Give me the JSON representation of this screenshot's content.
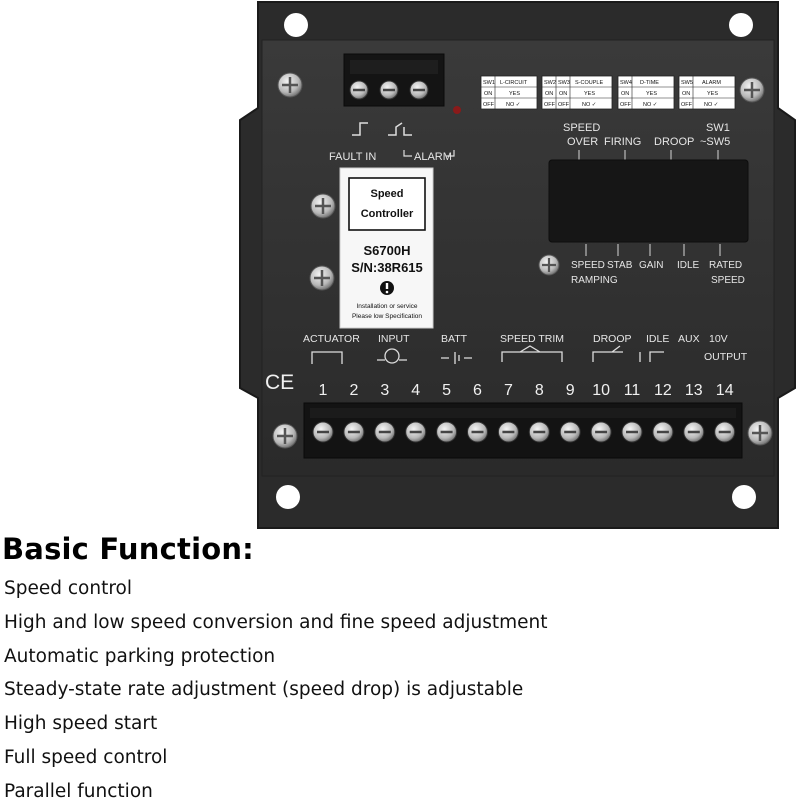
{
  "panel": {
    "fault_in": "FAULT IN",
    "alarm": "ALARM",
    "label_title_line1": "Speed",
    "label_title_line2": "Controller",
    "model": "S6700H",
    "serial": "S/N:38R615",
    "warning_line1": "Installation or service",
    "warning_line2": "Please low Specification",
    "ce_mark": "CE",
    "switch_tables": [
      {
        "head": [
          "SW1",
          "L-CIRCUIT"
        ],
        "row1": [
          "ON",
          "YES"
        ],
        "row2": [
          "OFF",
          "NO ✓"
        ]
      },
      {
        "head": [
          "SW2",
          "SW3",
          "S-COUPLE"
        ],
        "row1": [
          "ON",
          "ON",
          "YES"
        ],
        "row2": [
          "OFF",
          "OFF",
          "NO ✓"
        ]
      },
      {
        "head": [
          "SW4",
          "D-TIME"
        ],
        "row1": [
          "ON",
          "YES"
        ],
        "row2": [
          "OFF",
          "NO ✓"
        ]
      },
      {
        "head": [
          "SW5",
          "ALARM"
        ],
        "row1": [
          "ON",
          "YES"
        ],
        "row2": [
          "OFF",
          "NO ✓"
        ]
      }
    ],
    "top_labels": {
      "speed": "SPEED",
      "over": "OVER",
      "firing": "FIRING",
      "droop": "DROOP",
      "sw1": "SW1",
      "sw5": "~SW5"
    },
    "bottom_labels": {
      "speed_ramping_1": "SPEED",
      "speed_ramping_2": "RAMPING",
      "stab": "STAB",
      "gain": "GAIN",
      "idle": "IDLE",
      "rated_1": "RATED",
      "rated_2": "SPEED"
    },
    "group_labels": {
      "actuator": "ACTUATOR",
      "input": "INPUT",
      "batt": "BATT",
      "speed_trim": "SPEED TRIM",
      "droop": "DROOP",
      "idle": "IDLE",
      "aux": "AUX",
      "v10": "10V",
      "output": "OUTPUT"
    },
    "terminals": [
      "1",
      "2",
      "3",
      "4",
      "5",
      "6",
      "7",
      "8",
      "9",
      "10",
      "11",
      "12",
      "13",
      "14"
    ]
  },
  "features": {
    "heading": "Basic Function:",
    "items": [
      "Speed control",
      "High and low speed conversion and fine speed adjustment",
      "Automatic parking protection",
      "Steady-state rate adjustment (speed drop) is adjustable",
      "High speed start",
      "Full speed control",
      "Parallel function"
    ]
  }
}
